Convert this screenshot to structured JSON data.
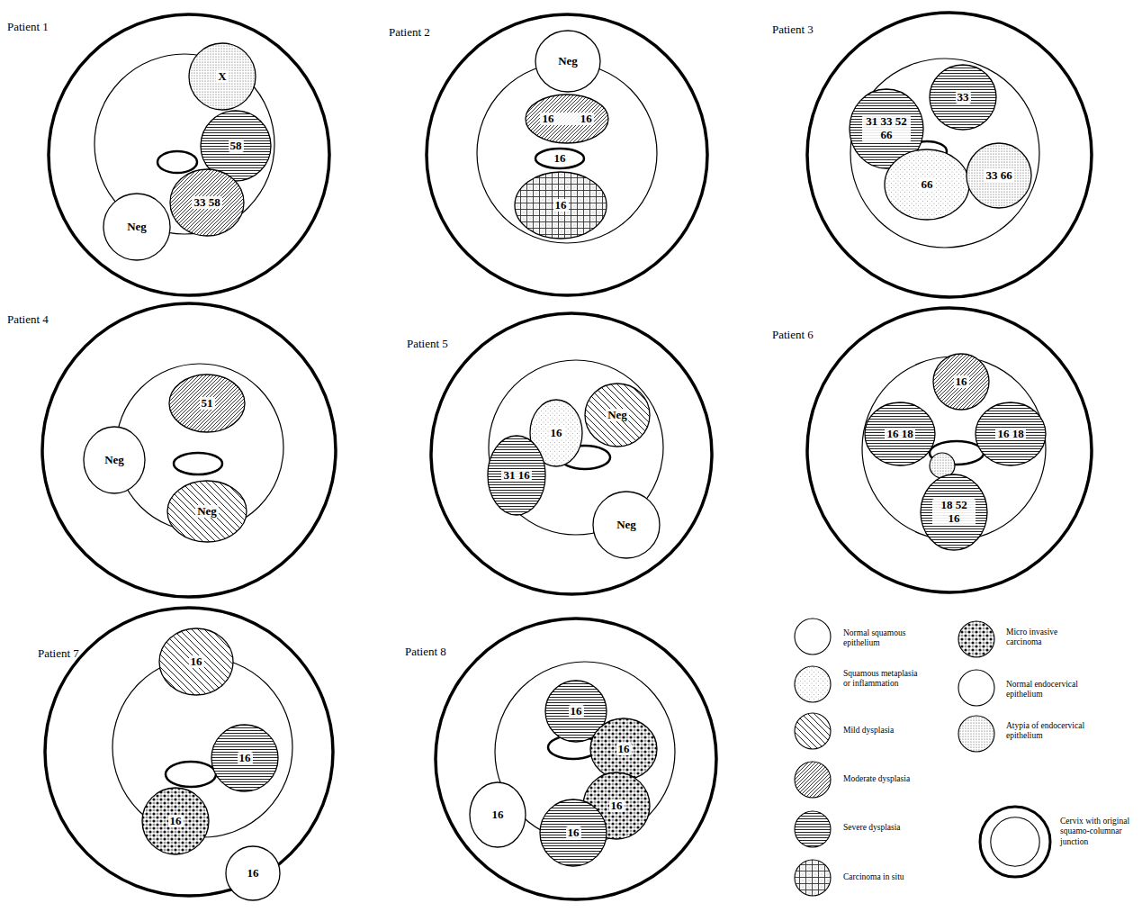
{
  "diagram": {
    "nodes": [
      {
        "text": [
          "Patient 1"
        ]
      },
      {
        "text": [
          "X"
        ],
        "in": 0
      },
      {
        "text": [
          "58"
        ],
        "in": 0
      },
      {
        "text": [
          "33 58"
        ],
        "in": 0
      },
      {
        "text": [
          "Neg"
        ],
        "in": 0
      },
      {
        "text": [
          "Patient 2"
        ]
      },
      {
        "text": [
          "Neg"
        ],
        "in": 5
      },
      {
        "text": [
          "16 16"
        ],
        "in": 5
      },
      {
        "text": [
          "16"
        ],
        "in": 5
      },
      {
        "text": [
          "16"
        ],
        "in": 5
      },
      {
        "text": [
          "Patient 3"
        ]
      },
      {
        "text": [
          "31 33 52 66"
        ],
        "in": 10
      },
      {
        "text": [
          "33"
        ],
        "in": 10
      },
      {
        "text": [
          "66"
        ],
        "in": 10
      },
      {
        "text": [
          "33 66"
        ],
        "in": 10
      },
      {
        "text": [
          "Patient 4"
        ]
      },
      {
        "text": [
          "51"
        ],
        "in": 15
      },
      {
        "text": [
          "Neg"
        ],
        "in": 15
      },
      {
        "text": [
          "Neg"
        ],
        "in": 15
      },
      {
        "text": [
          "Patient 5"
        ]
      },
      {
        "text": [
          "Neg"
        ],
        "in": 19
      },
      {
        "text": [
          "16"
        ],
        "in": 19
      },
      {
        "text": [
          "31 16"
        ],
        "in": 19
      },
      {
        "text": [
          "Neg"
        ],
        "in": 19
      },
      {
        "text": [
          "Patient 6"
        ]
      },
      {
        "text": [
          "16"
        ],
        "in": 24
      },
      {
        "text": [
          "16 18"
        ],
        "in": 24
      },
      {
        "text": [
          "16 18"
        ],
        "in": 24
      },
      {
        "text": [
          "18 52 16"
        ],
        "in": 24
      },
      {
        "text": [
          "Patient 7"
        ]
      },
      {
        "text": [
          "16"
        ],
        "in": 29
      },
      {
        "text": [
          "16"
        ],
        "in": 29
      },
      {
        "text": [
          "16"
        ],
        "in": 29
      },
      {
        "text": [
          "16"
        ],
        "in": 29
      },
      {
        "text": [
          "Patient 8"
        ]
      },
      {
        "text": [
          "16"
        ],
        "in": 34
      },
      {
        "text": [
          "16"
        ],
        "in": 34
      },
      {
        "text": [
          "16"
        ],
        "in": 34
      },
      {
        "text": [
          "16"
        ],
        "in": 34
      },
      {
        "text": [
          "16"
        ],
        "in": 34
      }
    ],
    "legend": [
      {
        "text": "Normal squamous epithelium"
      },
      {
        "text": "Squamous metaplasia or inflammation"
      },
      {
        "text": "Mild dysplasia"
      },
      {
        "text": "Moderate dysplasia"
      },
      {
        "text": "Severe dysplasia"
      },
      {
        "text": "Carcinoma in situ"
      },
      {
        "text": "Micro invasive carcinoma"
      },
      {
        "text": "Normal endocervical epithelium"
      },
      {
        "text": "Atypia of endocervical epithelium"
      },
      {
        "text": "Cervix with original squamo-columnar junction"
      }
    ]
  }
}
